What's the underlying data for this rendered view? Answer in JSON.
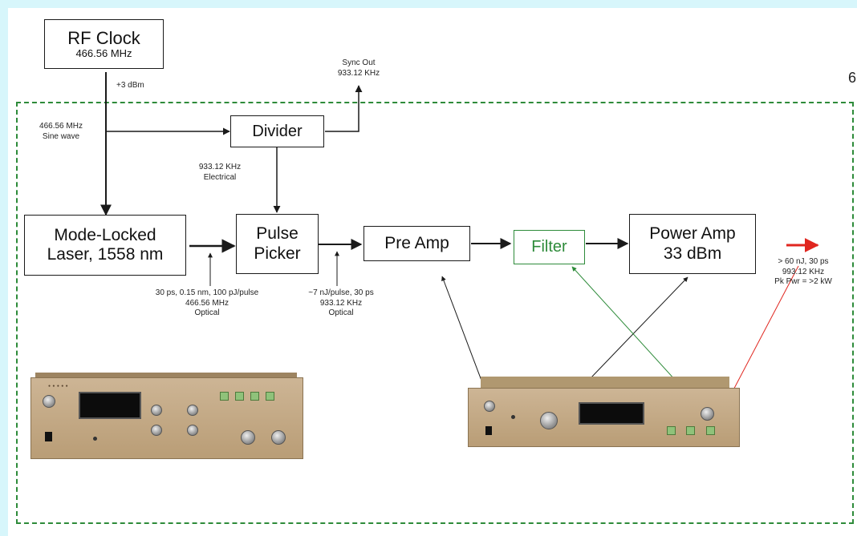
{
  "blocks": {
    "rf_clock": {
      "title": "RF Clock",
      "subtitle": "466.56 MHz"
    },
    "divider": {
      "title": "Divider"
    },
    "laser": {
      "line1": "Mode-Locked",
      "line2": "Laser, 1558 nm"
    },
    "pulse_picker": {
      "line1": "Pulse",
      "line2": "Picker"
    },
    "pre_amp": {
      "title": "Pre Amp"
    },
    "filter": {
      "title": "Filter"
    },
    "power_amp": {
      "line1": "Power Amp",
      "line2": "33 dBm"
    }
  },
  "labels": {
    "rf_level": "+3 dBm",
    "sine_wave": "466.56 MHz\nSine wave",
    "sync_out": "Sync Out\n933.12 KHz",
    "divider_out": "933.12 KHz\nElectrical",
    "laser_out": "30 ps, 0.15 nm, 100 pJ/pulse\n466.56 MHz\nOptical",
    "picker_out": "~7 nJ/pulse, 30 ps\n933.12 KHz\nOptical",
    "final_out": "> 60 nJ, 30 ps\n993.12 KHz\nPk Pwr = >2 kW",
    "edge_fragment": "6"
  },
  "colors": {
    "background": "#d7f6fb",
    "dashed_border": "#2e8b3a",
    "filter_accent": "#2e8b3a",
    "output_arrow": "#e0261f",
    "line": "#1a1a1a"
  }
}
